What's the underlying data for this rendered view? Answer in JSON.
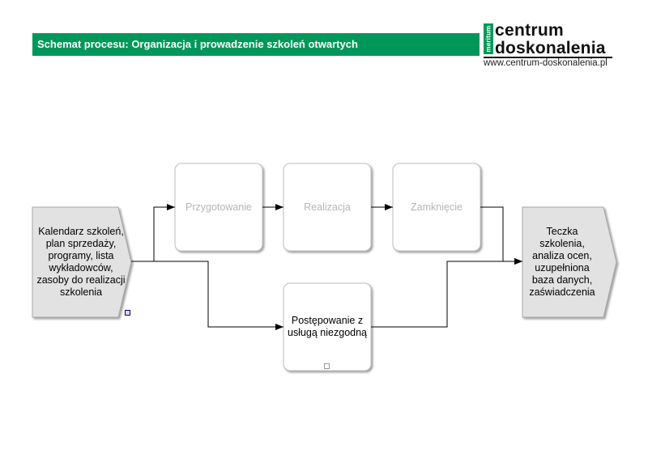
{
  "header": {
    "title": "Schemat procesu: Organizacja i prowadzenie szkoleń otwartych",
    "bar_color": "#00985a"
  },
  "logo": {
    "vertical_text": "meritum",
    "line1": "centrum",
    "line2": "doskonalenia",
    "url": "www.centrum-doskonalenia.pl"
  },
  "diagram": {
    "input": "Kalendarz szkoleń, plan sprzedaży, programy, lista wykładowców, zasoby do realizacji szkolenia",
    "steps": [
      "Przygotowanie",
      "Realizacja",
      "Zamknięcie"
    ],
    "nonconforming": "Postępowanie z usługą niezgodną",
    "output": "Teczka szkolenia, analiza ocen, uzupełniona baza danych, zaświadczenia"
  }
}
